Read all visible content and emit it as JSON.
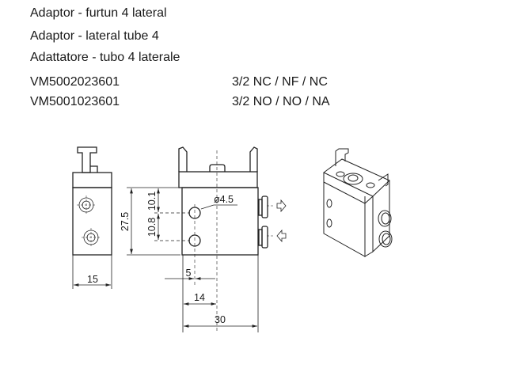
{
  "titles": [
    "Adaptor - furtun 4 lateral",
    "Adaptor - lateral tube 4",
    "Adattatore - tubo 4 laterale"
  ],
  "variants": [
    {
      "code": "VM5002023601",
      "function": "3/2 NC / NF / NC"
    },
    {
      "code": "VM5001023601",
      "function": "3/2 NO / NO / NA"
    }
  ],
  "dimensions": {
    "width_side": "15",
    "height": "27.5",
    "upper_offset": "10.1",
    "hole_spacing": "10.8",
    "hole_diameter": "ø4.5",
    "hole_offset": "5",
    "center_offset": "14",
    "width_front": "30"
  }
}
